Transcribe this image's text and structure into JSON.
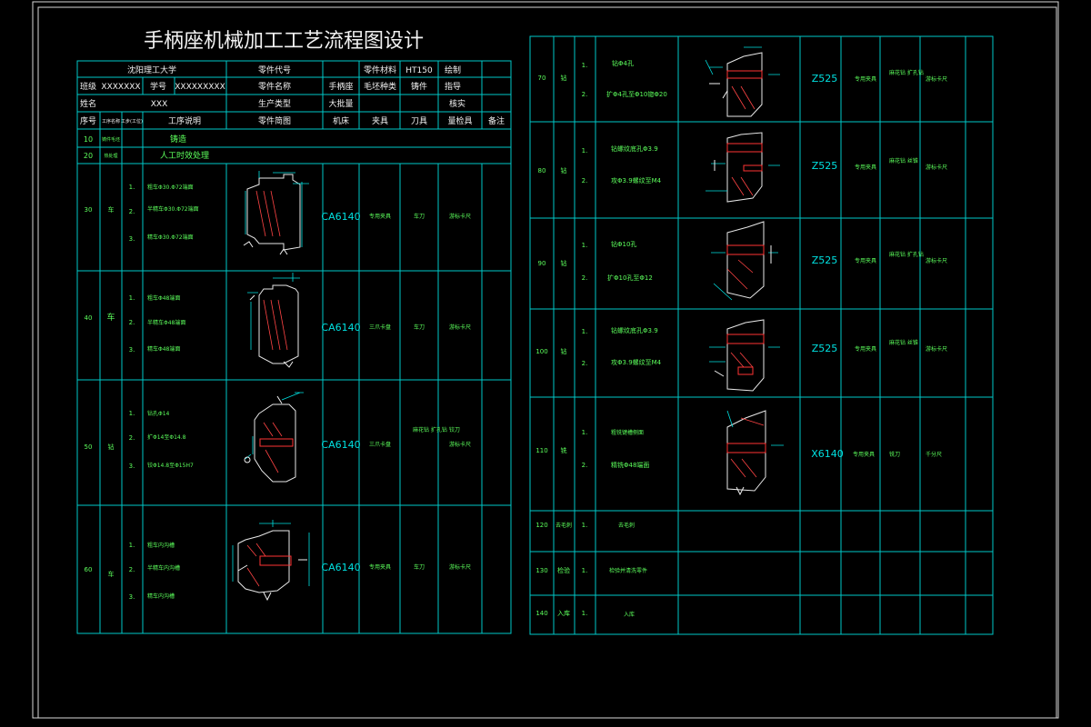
{
  "title": "手柄座机械加工工艺流程图设计",
  "header": {
    "school": "沈阳理工大学",
    "part_code_label": "零件代号",
    "material_label": "零件材料",
    "material_value": "HT150",
    "drawn_label": "绘制",
    "class_label": "班级",
    "class_value": "XXXXXXX",
    "student_no_label": "学号",
    "student_no_value": "XXXXXXXXX",
    "part_name_label": "零件名称",
    "part_name_value": "手柄座",
    "blank_type_label": "毛坯种类",
    "blank_type_value": "铸件",
    "guide_label": "指导",
    "name_label": "姓名",
    "name_value": "XXX",
    "production_type_label": "生产类型",
    "production_type_value": "大批量",
    "review_label": "核实"
  },
  "columns": {
    "seq": "序号",
    "op_name": "工序名称",
    "step": "工步(工位)",
    "description": "工序说明",
    "sketch": "零件简图",
    "machine": "机床",
    "fixture": "夹具",
    "tool": "刀具",
    "gauge": "量检具",
    "remark": "备注"
  },
  "left_ops": [
    {
      "seq": "10",
      "name": "铸件毛坯",
      "desc": "铸造"
    },
    {
      "seq": "20",
      "name": "热处理",
      "desc": "人工时效处理"
    },
    {
      "seq": "30",
      "name": "车",
      "steps": [
        "粗车Φ30.Φ72端面",
        "半精车Φ30.Φ72端面",
        "精车Φ30.Φ72端面"
      ],
      "machine": "CA6140",
      "fixture": "专用夹具",
      "tool": "车刀",
      "gauge": "游标卡尺"
    },
    {
      "seq": "40",
      "name": "车",
      "steps": [
        "粗车Φ48端面",
        "半精车Φ48端面",
        "精车Φ48端面"
      ],
      "machine": "CA6140",
      "fixture": "三爪卡盘",
      "tool": "车刀",
      "gauge": "游标卡尺"
    },
    {
      "seq": "50",
      "name": "钻",
      "steps": [
        "钻孔Φ14",
        "扩Φ14至Φ14.8",
        "铰Φ14.8至Φ15H7"
      ],
      "machine": "CA6140",
      "fixture": "三爪卡盘",
      "tool": "麻花钻 扩孔钻 铰刀",
      "gauge": "游标卡尺"
    },
    {
      "seq": "60",
      "name": "车",
      "steps": [
        "粗车内沟槽",
        "半精车内沟槽",
        "精车内沟槽"
      ],
      "machine": "CA6140",
      "fixture": "专用夹具",
      "tool": "车刀",
      "gauge": "游标卡尺"
    }
  ],
  "right_ops": [
    {
      "seq": "70",
      "name": "钻",
      "steps": [
        "钻Φ4孔",
        "扩Φ4孔至Φ10锪Φ20"
      ],
      "machine": "Z525",
      "fixture": "专用夹具",
      "tool": "麻花钻 扩孔钻",
      "gauge": "游标卡尺"
    },
    {
      "seq": "80",
      "name": "钻",
      "steps": [
        "钻螺纹底孔Φ3.9",
        "攻Φ3.9螺纹至M4"
      ],
      "machine": "Z525",
      "fixture": "专用夹具",
      "tool": "麻花钻 丝锥",
      "gauge": "游标卡尺"
    },
    {
      "seq": "90",
      "name": "钻",
      "steps": [
        "钻Φ10孔",
        "扩Φ10孔至Φ12"
      ],
      "machine": "Z525",
      "fixture": "专用夹具",
      "tool": "麻花钻 扩孔钻",
      "gauge": "游标卡尺"
    },
    {
      "seq": "100",
      "name": "钻",
      "steps": [
        "钻螺纹底孔Φ3.9",
        "攻Φ3.9螺纹至M4"
      ],
      "machine": "Z525",
      "fixture": "专用夹具",
      "tool": "麻花钻 丝锥",
      "gauge": "游标卡尺"
    },
    {
      "seq": "110",
      "name": "铣",
      "steps": [
        "粗铣键槽侧面",
        "精铣Φ48端面"
      ],
      "machine": "X6140",
      "fixture": "专用夹具",
      "tool": "铣刀",
      "gauge": "千分尺"
    },
    {
      "seq": "120",
      "name": "去毛刺",
      "steps": [
        "去毛刺"
      ]
    },
    {
      "seq": "130",
      "name": "检验",
      "steps": [
        "检验并清洗零件"
      ]
    },
    {
      "seq": "140",
      "name": "入库",
      "steps": [
        "入库"
      ]
    }
  ],
  "step_numbers": [
    "1.",
    "2.",
    "3."
  ]
}
